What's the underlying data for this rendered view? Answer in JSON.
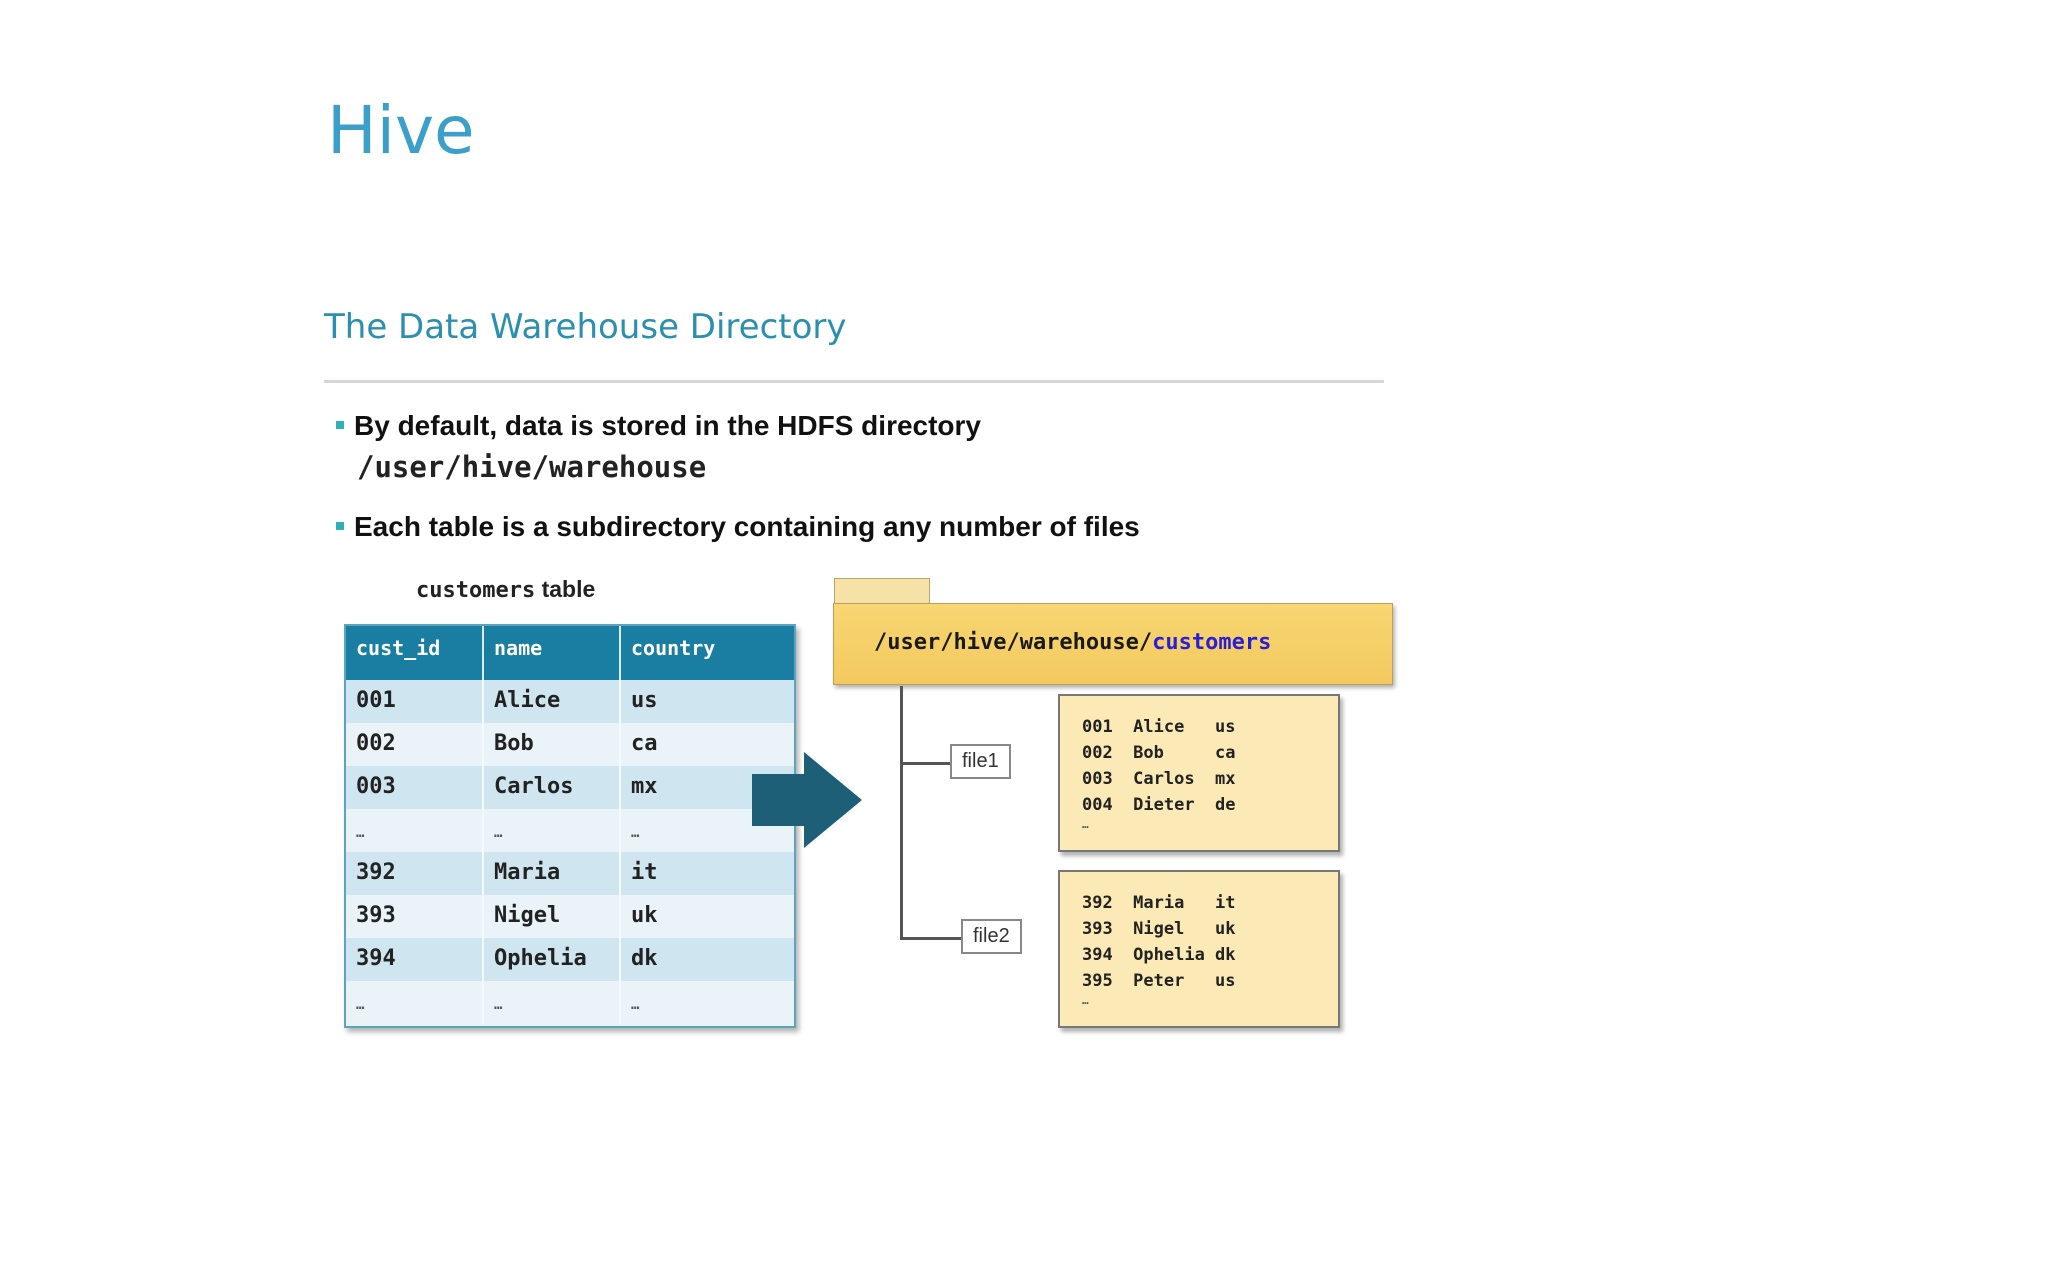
{
  "slide": {
    "title": "Hive",
    "section_heading": "The Data Warehouse Directory"
  },
  "bullets": {
    "b1_text": "By default, data is stored in the HDFS directory",
    "b1_path": "/user/hive/warehouse",
    "b2_text": "Each table is a subdirectory containing any number of files"
  },
  "table": {
    "caption_code": "customers",
    "caption_text": " table",
    "headers": [
      "cust_id",
      "name",
      "country"
    ],
    "rows": [
      [
        "001",
        "Alice",
        "us"
      ],
      [
        "002",
        "Bob",
        "ca"
      ],
      [
        "003",
        "Carlos",
        "mx"
      ],
      [
        "…",
        "…",
        "…"
      ],
      [
        "392",
        "Maria",
        "it"
      ],
      [
        "393",
        "Nigel",
        "uk"
      ],
      [
        "394",
        "Ophelia",
        "dk"
      ],
      [
        "…",
        "…",
        "…"
      ]
    ]
  },
  "folder": {
    "path_prefix": "/user/hive/warehouse/",
    "path_highlight": "customers"
  },
  "files": {
    "file1": {
      "label": "file1",
      "lines": [
        "001  Alice   us",
        "002  Bob     ca",
        "003  Carlos  mx",
        "004  Dieter  de",
        "…"
      ]
    },
    "file2": {
      "label": "file2",
      "lines": [
        "392  Maria   it",
        "393  Nigel   uk",
        "394  Ophelia dk",
        "395  Peter   us",
        "…"
      ]
    }
  },
  "colors": {
    "title": "#3aa0c9",
    "table_header": "#1a7ea3",
    "arrow": "#1e5f78",
    "folder": "#f8d672",
    "file_box": "#fbe9b6",
    "highlight": "#2a1fd6"
  }
}
